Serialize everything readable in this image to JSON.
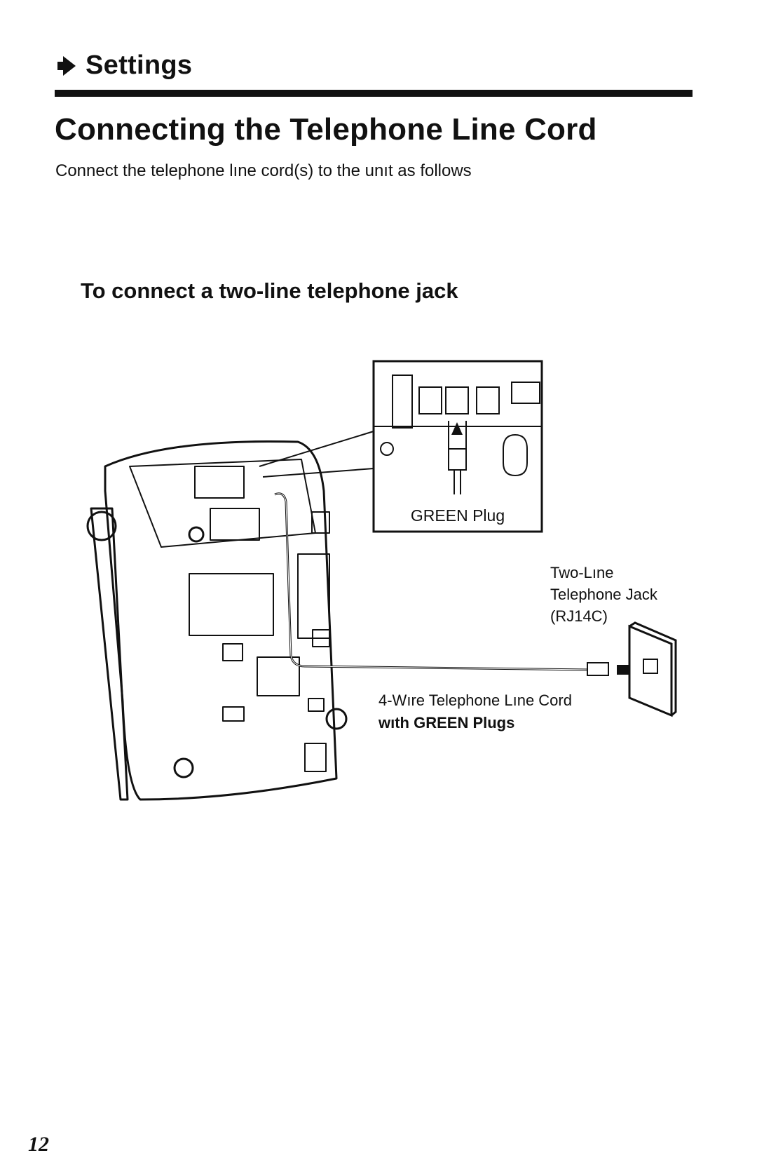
{
  "header": {
    "section_icon": "right-arrow-icon",
    "section_label": "Settings"
  },
  "title": "Connecting the Telephone Line Cord",
  "intro": "Connect the telephone lıne cord(s) to the unıt as follows",
  "subheading": "To connect a two-line telephone jack",
  "diagram": {
    "inset_label": "GREEN Plug",
    "jack_label": [
      "Two-Lıne",
      "Telephone Jack",
      "(RJ14C)"
    ],
    "cord_label": [
      "4-Wıre Telephone Lıne Cord",
      "wıth GREEN Plugs"
    ],
    "cord_label_bold": "GREEN Plugs"
  },
  "page_number": "12"
}
